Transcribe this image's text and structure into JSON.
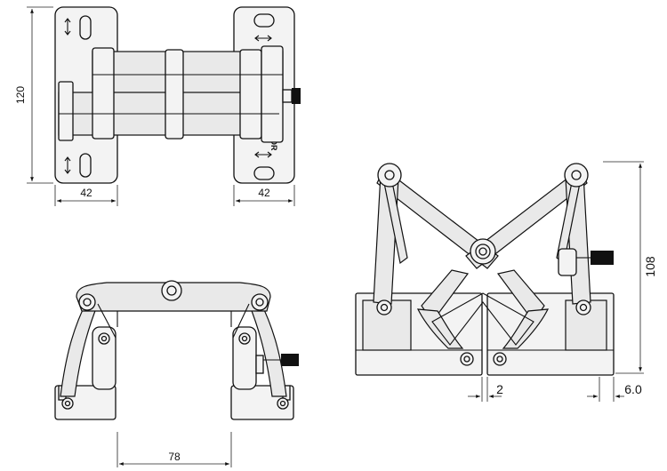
{
  "dimensions": {
    "top_height": "120",
    "top_left_width": "42",
    "top_right_width": "42",
    "bottom_span": "78",
    "gap": "2",
    "offset": "6.0",
    "right_height": "108"
  },
  "stamp": "DOOR",
  "colors": {
    "line": "#111111",
    "fill": "#f3f3f3",
    "background": "#ffffff"
  }
}
